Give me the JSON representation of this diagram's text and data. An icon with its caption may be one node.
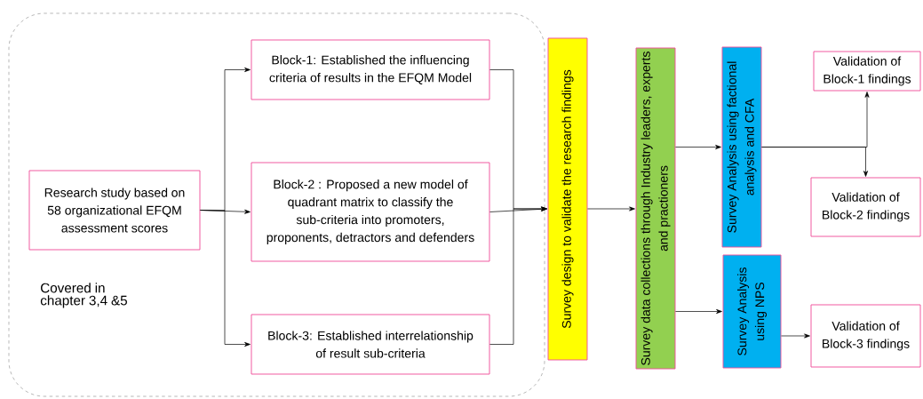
{
  "diagram": {
    "nodes": [
      {
        "text": [],
        "shape": "box"
      },
      {
        "text": [
          "Research study based on 58 organizational EFQM assessment scores"
        ],
        "in": 0
      },
      {
        "text": [
          "Block-1: Established the influencing criteria of results in the EFQM Model"
        ],
        "in": 0
      },
      {
        "text": [
          "Block-2 : Proposed a new model of quadrant matrix to classify the sub-criteria into promoters, proponents, detractors and defenders"
        ],
        "in": 0
      },
      {
        "text": [
          "Block-3: Established interrelationship of result sub-criteria"
        ],
        "in": 0
      },
      {
        "text": [
          "Survey design to validate the research findings"
        ]
      },
      {
        "text": [
          "Survey data collections through Industry leaders, experts and practioners"
        ]
      },
      {
        "text": [
          "Survey Analysis using factional analysis and CFA"
        ]
      },
      {
        "text": [
          "Survey Analysis using NPS"
        ]
      },
      {
        "text": [
          "Validation of Block-1 findings"
        ]
      },
      {
        "text": [
          "Validation of Block-2 findings"
        ]
      },
      {
        "text": [
          "Validation of Block-3 findings"
        ]
      }
    ],
    "edges": [
      {
        "from": 1,
        "to": 2,
        "arrow": "to"
      },
      {
        "from": 1,
        "to": 3,
        "arrow": "to"
      },
      {
        "from": 1,
        "to": 4,
        "arrow": "to"
      },
      {
        "from": 2,
        "to": 5,
        "arrow": "to"
      },
      {
        "from": 3,
        "to": 5,
        "arrow": "to"
      },
      {
        "from": 4,
        "to": 5,
        "arrow": "to"
      },
      {
        "from": 5,
        "to": 6,
        "arrow": "to"
      },
      {
        "from": 6,
        "to": 7,
        "arrow": "to"
      },
      {
        "from": 6,
        "to": 8,
        "arrow": "to"
      },
      {
        "from": 7,
        "to": 9,
        "arrow": "to"
      },
      {
        "from": 7,
        "to": 10,
        "arrow": "to"
      },
      {
        "from": 8,
        "to": 11,
        "arrow": "to"
      }
    ],
    "labels": [
      "Covered in chapter 3,4 &5"
    ]
  }
}
